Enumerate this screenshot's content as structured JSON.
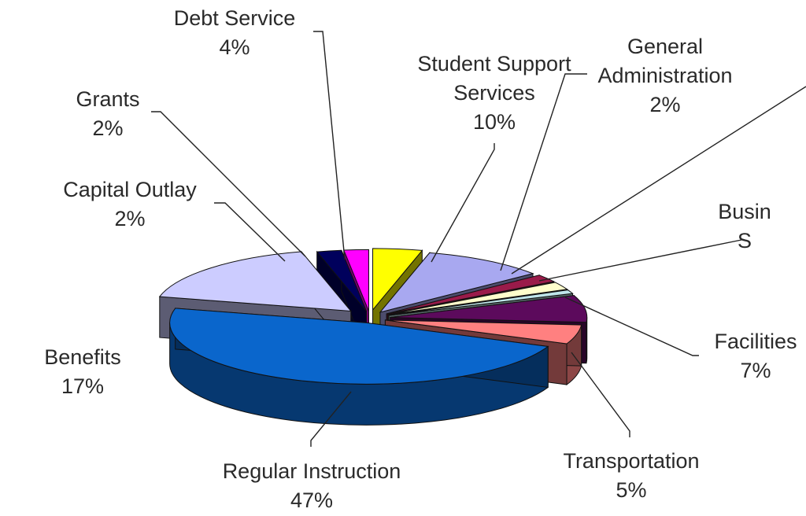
{
  "chart_data": {
    "type": "pie",
    "style": "3d-exploded",
    "title": "",
    "slices": [
      {
        "label_lines": [
          "Debt Service"
        ],
        "value_text": "4%",
        "value": 4,
        "color": "#ffff00"
      },
      {
        "label_lines": [
          "Student Support",
          "Services"
        ],
        "value_text": "10%",
        "value": 10,
        "color": "#a8a8f0"
      },
      {
        "label_lines": [
          "General",
          "Administration"
        ],
        "value_text": "2%",
        "value": 2,
        "color": "#9a1b4a"
      },
      {
        "label_lines": [
          ""
        ],
        "value_text": "",
        "value": 2,
        "color": "#ffffcc"
      },
      {
        "label_lines": [
          "Busin"
        ],
        "value_text": "S",
        "value": 1,
        "color": "#bfe6ea"
      },
      {
        "label_lines": [
          "Facilities"
        ],
        "value_text": "7%",
        "value": 7,
        "color": "#5c0a5c"
      },
      {
        "label_lines": [
          "Transportation"
        ],
        "value_text": "5%",
        "value": 5,
        "color": "#ff8080"
      },
      {
        "label_lines": [
          "Regular Instruction"
        ],
        "value_text": "47%",
        "value": 47,
        "color": "#0a66cc"
      },
      {
        "label_lines": [
          "Benefits"
        ],
        "value_text": "17%",
        "value": 17,
        "color": "#ccccff"
      },
      {
        "label_lines": [
          "Capital Outlay"
        ],
        "value_text": "2%",
        "value": 2,
        "color": "#00005c"
      },
      {
        "label_lines": [
          "Grants"
        ],
        "value_text": "2%",
        "value": 2,
        "color": "#ff00ff"
      }
    ]
  }
}
